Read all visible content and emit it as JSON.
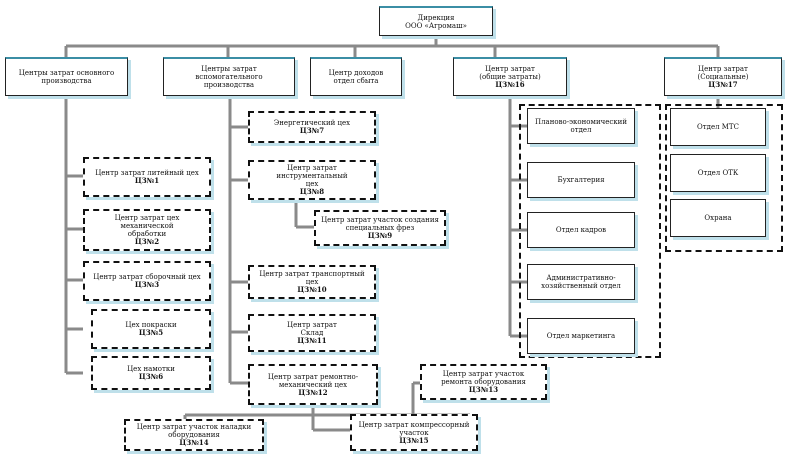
{
  "root": {
    "label": "Дирекция\nООО «Агромаш»"
  },
  "level1": [
    {
      "id": "main",
      "label": "Центры затрат основного\nпроизводства",
      "code": ""
    },
    {
      "id": "aux",
      "label": "Центры затрат вспомогательного\nпроизводства",
      "code": ""
    },
    {
      "id": "sales",
      "label": "Центр доходов\nотдел сбыта",
      "code": ""
    },
    {
      "id": "general",
      "label": "Центр затрат\n(общие затраты)",
      "code": "ЦЗ№16"
    },
    {
      "id": "social",
      "label": "Центр затрат\n(Социальные)",
      "code": "ЦЗ№17"
    }
  ],
  "main_units": [
    {
      "label": "Центр затрат литейный цех",
      "code": "ЦЗ№1"
    },
    {
      "label": "Центр затрат цех механической\nобработки",
      "code": "ЦЗ№2"
    },
    {
      "label": "Центр затрат сборочный цех",
      "code": "ЦЗ№3"
    },
    {
      "label": "Цех покраски",
      "code": "ЦЗ№5"
    },
    {
      "label": "Цех намотки",
      "code": "ЦЗ№6"
    }
  ],
  "aux_units": [
    {
      "label": "Энергетический цех",
      "code": "ЦЗ№7"
    },
    {
      "label": "Центр затрат инструментальный\nцех",
      "code": "ЦЗ№8"
    },
    {
      "label": "Центр затрат участок создания\nспециальных фрез",
      "code": "ЦЗ№9"
    },
    {
      "label": "Центр затрат транспортный цех",
      "code": "ЦЗ№10"
    },
    {
      "label": "Центр затрат\nСклад",
      "code": "ЦЗ№11"
    },
    {
      "label": "Центр затрат ремонтно-\nмеханический цех",
      "code": "ЦЗ№12"
    },
    {
      "label": "Центр затрат участок\nремонта оборудования",
      "code": "ЦЗ№13"
    },
    {
      "label": "Центр затрат участок наладки\nоборудования",
      "code": "ЦЗ№14"
    },
    {
      "label": "Центр затрат компрессорный\nучасток",
      "code": "ЦЗ№15"
    }
  ],
  "general_units": [
    {
      "label": "Планово-экономический\nотдел"
    },
    {
      "label": "Бухгалтерия"
    },
    {
      "label": "Отдел кадров"
    },
    {
      "label": "Административно-\nхозяйственный отдел"
    },
    {
      "label": "Отдел маркетинга"
    }
  ],
  "social_units": [
    {
      "label": "Отдел МТС"
    },
    {
      "label": "Отдел ОТК"
    },
    {
      "label": "Охрана"
    }
  ]
}
